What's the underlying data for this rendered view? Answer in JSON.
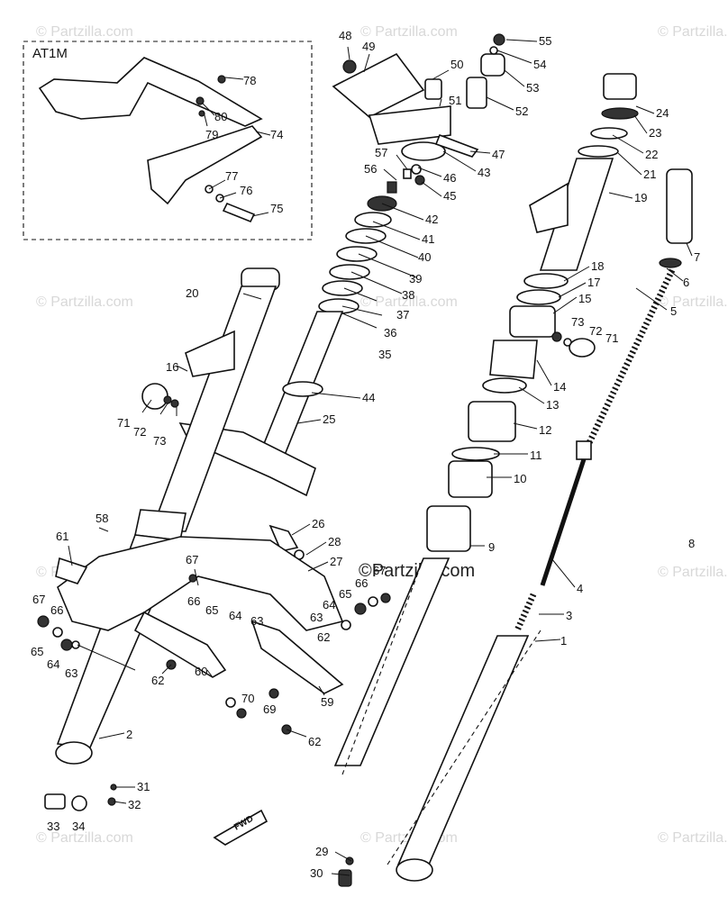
{
  "inset_label": "AT1M",
  "watermark": "© Partzilla.com",
  "center_watermark": "©Partzilla.com",
  "fwd_label": "FWD",
  "callouts": {
    "p1": "1",
    "p2": "2",
    "p3": "3",
    "p4": "4",
    "p5": "5",
    "p6": "6",
    "p7": "7",
    "p8": "8",
    "p9": "9",
    "p10": "10",
    "p11": "11",
    "p12": "12",
    "p13": "13",
    "p14": "14",
    "p15": "15",
    "p16": "16",
    "p17": "17",
    "p18": "18",
    "p19": "19",
    "p20": "20",
    "p21": "21",
    "p22": "22",
    "p23": "23",
    "p24": "24",
    "p25": "25",
    "p26": "26",
    "p27": "27",
    "p28": "28",
    "p29": "29",
    "p30": "30",
    "p31": "31",
    "p32": "32",
    "p33": "33",
    "p34": "34",
    "p35": "35",
    "p36": "36",
    "p37": "37",
    "p38": "38",
    "p39": "39",
    "p40": "40",
    "p41": "41",
    "p42": "42",
    "p43": "43",
    "p44": "44",
    "p45": "45",
    "p46": "46",
    "p47": "47",
    "p48": "48",
    "p49": "49",
    "p50": "50",
    "p51": "51",
    "p52": "52",
    "p53": "53",
    "p54": "54",
    "p55": "55",
    "p56": "56",
    "p57": "57",
    "p58": "58",
    "p59": "59",
    "p60": "60",
    "p61": "61",
    "p62": "62",
    "p63": "63",
    "p64": "64",
    "p65": "65",
    "p66": "66",
    "p67": "67",
    "p69": "69",
    "p70": "70",
    "p71": "71",
    "p72": "72",
    "p73": "73",
    "p74": "74",
    "p75": "75",
    "p76": "76",
    "p77": "77",
    "p78": "78",
    "p79": "79",
    "p80": "80"
  }
}
